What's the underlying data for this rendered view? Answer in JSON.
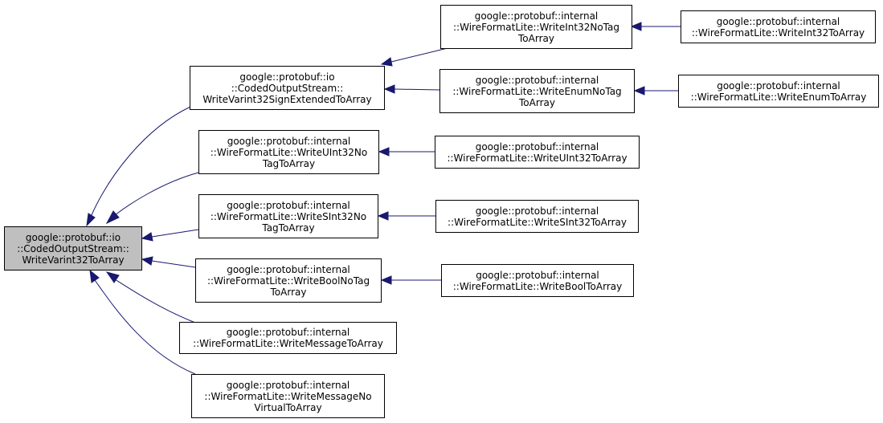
{
  "colors": {
    "edge": "#191970",
    "root_fill": "#bfbfbf",
    "node_fill": "#ffffff",
    "node_border": "#000000"
  },
  "nodes": {
    "root": {
      "lines": [
        "google::protobuf::io",
        "::CodedOutputStream::",
        "WriteVarint32ToArray"
      ]
    },
    "signext": {
      "lines": [
        "google::protobuf::io",
        "::CodedOutputStream::",
        "WriteVarint32SignExtendedToArray"
      ]
    },
    "uint32notag": {
      "lines": [
        "google::protobuf::internal",
        "::WireFormatLite::WriteUInt32No",
        "TagToArray"
      ]
    },
    "sint32notag": {
      "lines": [
        "google::protobuf::internal",
        "::WireFormatLite::WriteSInt32No",
        "TagToArray"
      ]
    },
    "boolnotag": {
      "lines": [
        "google::protobuf::internal",
        "::WireFormatLite::WriteBoolNoTag",
        "ToArray"
      ]
    },
    "message": {
      "lines": [
        "google::protobuf::internal",
        "::WireFormatLite::WriteMessageToArray"
      ]
    },
    "messagenovirtual": {
      "lines": [
        "google::protobuf::internal",
        "::WireFormatLite::WriteMessageNo",
        "VirtualToArray"
      ]
    },
    "int32notag": {
      "lines": [
        "google::protobuf::internal",
        "::WireFormatLite::WriteInt32NoTag",
        "ToArray"
      ]
    },
    "enumnotag": {
      "lines": [
        "google::protobuf::internal",
        "::WireFormatLite::WriteEnumNoTag",
        "ToArray"
      ]
    },
    "int32": {
      "lines": [
        "google::protobuf::internal",
        "::WireFormatLite::WriteInt32ToArray"
      ]
    },
    "enum": {
      "lines": [
        "google::protobuf::internal",
        "::WireFormatLite::WriteEnumToArray"
      ]
    },
    "uint32": {
      "lines": [
        "google::protobuf::internal",
        "::WireFormatLite::WriteUInt32ToArray"
      ]
    },
    "sint32": {
      "lines": [
        "google::protobuf::internal",
        "::WireFormatLite::WriteSInt32ToArray"
      ]
    },
    "bool": {
      "lines": [
        "google::protobuf::internal",
        "::WireFormatLite::WriteBoolToArray"
      ]
    }
  },
  "edges": [
    {
      "from": "signext",
      "to": "root"
    },
    {
      "from": "uint32notag",
      "to": "root"
    },
    {
      "from": "sint32notag",
      "to": "root"
    },
    {
      "from": "boolnotag",
      "to": "root"
    },
    {
      "from": "message",
      "to": "root"
    },
    {
      "from": "messagenovirtual",
      "to": "root"
    },
    {
      "from": "int32notag",
      "to": "signext"
    },
    {
      "from": "enumnotag",
      "to": "signext"
    },
    {
      "from": "int32",
      "to": "int32notag"
    },
    {
      "from": "enum",
      "to": "enumnotag"
    },
    {
      "from": "uint32",
      "to": "uint32notag"
    },
    {
      "from": "sint32",
      "to": "sint32notag"
    },
    {
      "from": "bool",
      "to": "boolnotag"
    }
  ]
}
